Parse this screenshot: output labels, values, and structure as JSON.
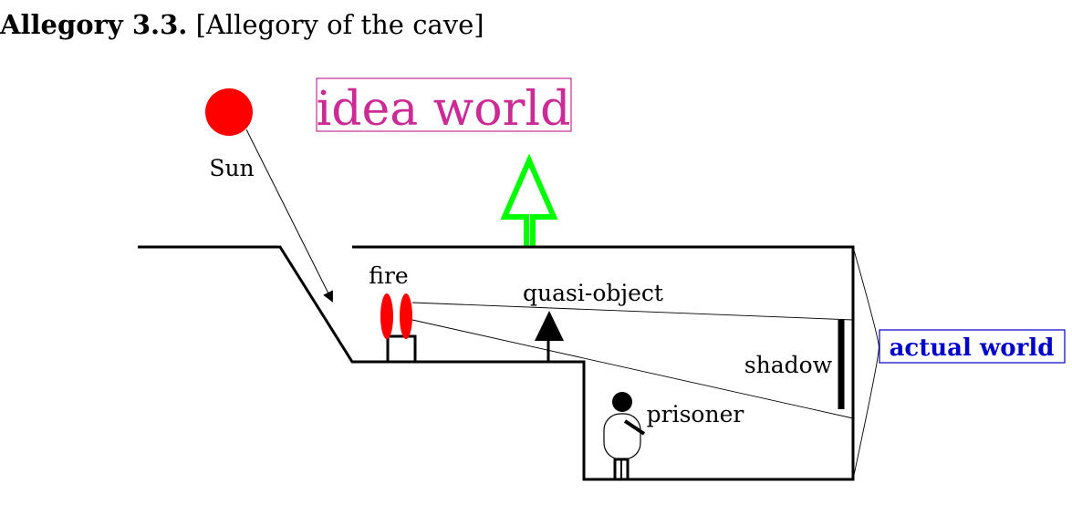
{
  "heading": {
    "label": "Allegory 3.3.",
    "title": "[Allegory of the cave]"
  },
  "labels": {
    "idea_world": "idea world",
    "sun": "Sun",
    "fire": "fire",
    "quasi_object": "quasi-object",
    "shadow": "shadow",
    "prisoner": "prisoner",
    "actual_world": "actual world"
  },
  "colors": {
    "sun": "#ff0000",
    "fire": "#ff0000",
    "idea_world": "#cc2b95",
    "arrow": "#00ff00",
    "actual_world": "#0000cc",
    "line": "#000000"
  }
}
